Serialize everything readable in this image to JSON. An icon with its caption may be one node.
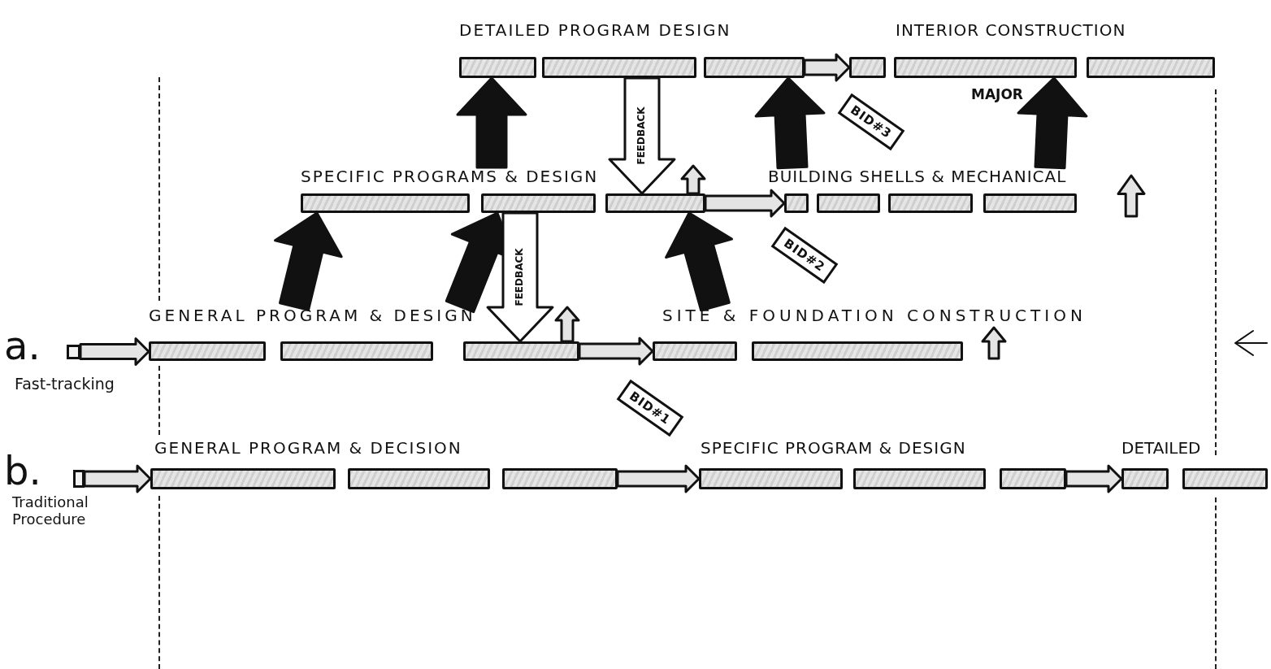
{
  "diagram": {
    "nodes": [
      {
        "text": [],
        "shape": "box"
      },
      {
        "text": [],
        "shape": "bar"
      },
      {
        "text": [],
        "shape": "bar"
      },
      {
        "text": [],
        "shape": "bar"
      },
      {
        "text": [],
        "shape": "bar"
      },
      {
        "text": [],
        "shape": "bar"
      },
      {
        "text": [],
        "shape": "bar"
      },
      {
        "text": [],
        "shape": "bar"
      },
      {
        "text": [],
        "shape": "bar"
      },
      {
        "text": [],
        "shape": "bar"
      },
      {
        "text": [],
        "shape": "bar"
      },
      {
        "text": [],
        "shape": "bar"
      },
      {
        "text": [],
        "shape": "bar"
      },
      {
        "text": [],
        "shape": "bar"
      },
      {
        "text": [],
        "shape": "bar"
      },
      {
        "text": [],
        "shape": "bar"
      },
      {
        "text": [],
        "shape": "bar"
      },
      {
        "text": [],
        "shape": "bar"
      },
      {
        "text": [],
        "shape": "bar"
      },
      {
        "text": [],
        "shape": "box"
      },
      {
        "text": [],
        "shape": "bar"
      },
      {
        "text": [],
        "shape": "bar"
      },
      {
        "text": [],
        "shape": "bar"
      },
      {
        "text": [],
        "shape": "bar"
      },
      {
        "text": [],
        "shape": "bar"
      },
      {
        "text": [],
        "shape": "bar"
      },
      {
        "text": [],
        "shape": "bar"
      },
      {
        "text": [],
        "shape": "bar"
      },
      {
        "text": [
          "BID#1"
        ]
      },
      {
        "text": [
          "BID#2"
        ]
      },
      {
        "text": [
          "BID#3"
        ]
      },
      {
        "text": [
          "GENERAL PROGRAM & DESIGN"
        ]
      },
      {
        "text": [
          "SITE & FOUNDATION CONSTRUCTION"
        ]
      },
      {
        "text": [
          "SPECIFIC PROGRAMS & DESIGN"
        ]
      },
      {
        "text": [
          "BUILDING SHELLS & MECHANICAL"
        ]
      },
      {
        "text": [],
        "shape": "arrow"
      },
      {
        "text": [],
        "shape": "arrow"
      }
    ],
    "edges": [
      {
        "from": 0,
        "to": 1,
        "arrow": "to"
      },
      {
        "from": 3,
        "to": 4,
        "arrow": "to"
      },
      {
        "from": 8,
        "to": 9,
        "arrow": "to"
      },
      {
        "from": 15,
        "to": 16,
        "arrow": "to"
      },
      {
        "from": 19,
        "to": 20,
        "arrow": "to"
      },
      {
        "from": 22,
        "to": 23,
        "arrow": "to"
      },
      {
        "from": 25,
        "to": 26,
        "arrow": "to"
      },
      {
        "from": 31,
        "to": 6,
        "arrow": "to",
        "style": "thick"
      },
      {
        "from": 31,
        "to": 7,
        "arrow": "to",
        "style": "thick"
      },
      {
        "from": 32,
        "to": 8,
        "arrow": "to",
        "style": "thick"
      },
      {
        "from": 33,
        "to": 13,
        "arrow": "to",
        "style": "thick"
      },
      {
        "from": 34,
        "to": 15,
        "arrow": "to",
        "style": "thick"
      },
      {
        "from": 34,
        "to": 17,
        "arrow": "to",
        "style": "thick",
        "label": "MAJOR"
      },
      {
        "from": 7,
        "to": 3,
        "arrow": "to",
        "label": "FEEDBACK"
      },
      {
        "from": 14,
        "to": 8,
        "arrow": "to",
        "label": "FEEDBACK"
      },
      {
        "from": 3,
        "to": null,
        "arrow": "to"
      },
      {
        "from": 8,
        "to": null,
        "arrow": "to"
      }
    ],
    "labels": [
      "DETAILED PROGRAM DESIGN",
      "INTERIOR CONSTRUCTION",
      "a.",
      "Fast-tracking",
      "GENERAL PROGRAM & DECISION",
      "SPECIFIC PROGRAM & DESIGN",
      "DETAILED",
      "b.",
      "Traditional Procedure"
    ]
  }
}
